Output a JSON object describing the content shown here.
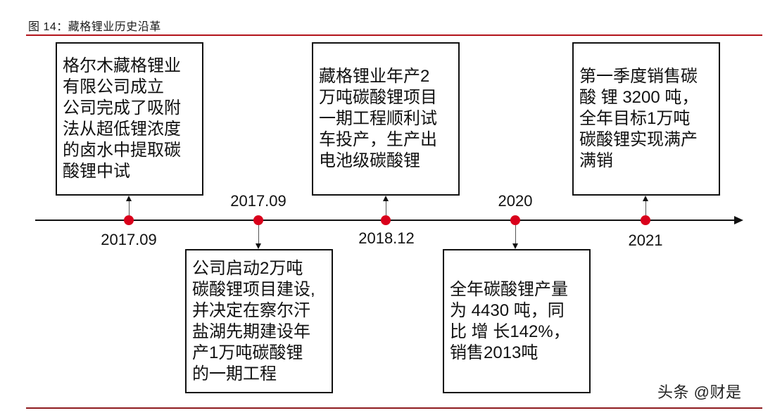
{
  "caption": "图 14：藏格锂业历史沿革",
  "colors": {
    "rule": "#b3141b",
    "dot": "#d9001b",
    "axis": "#111111"
  },
  "events": [
    {
      "date": "2017.09",
      "position": "above",
      "lines": [
        "格尔木藏格锂业",
        "有限公司成立",
        "公司完成了吸附",
        "法从超低锂浓度",
        "的卤水中提取碳",
        "酸锂中试"
      ]
    },
    {
      "date": "2017.09",
      "position": "below",
      "lines": [
        "公司启动2万吨",
        "碳酸锂项目建设,",
        "并决定在察尔汗",
        "盐湖先期建设年",
        "产1万吨碳酸锂",
        "的一期工程"
      ]
    },
    {
      "date": "2018.12",
      "position": "above",
      "lines": [
        "藏格锂业年产2",
        "万吨碳酸锂项目",
        "一期工程顺利试",
        "车投产，生产出",
        "电池级碳酸锂"
      ]
    },
    {
      "date": "2020",
      "position": "below",
      "lines": [
        "全年碳酸锂产量",
        "为 4430 吨，同",
        "比 增 长142%，",
        "销售2013吨"
      ]
    },
    {
      "date": "2021",
      "position": "above",
      "lines": [
        "第一季度销售碳",
        "酸 锂 3200 吨，",
        "全年目标1万吨",
        "碳酸锂实现满产",
        "满销"
      ]
    }
  ],
  "watermark": "头条 @财是"
}
